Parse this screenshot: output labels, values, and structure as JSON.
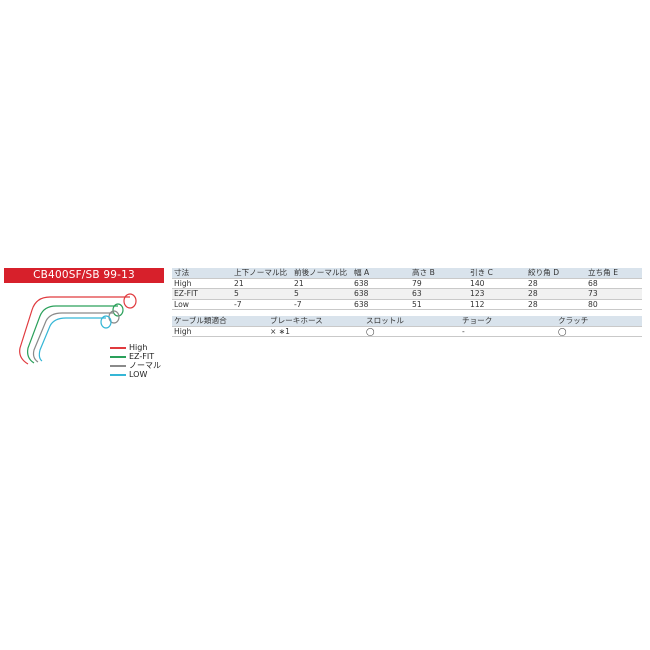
{
  "model": "CB400SF/SB 99-13",
  "legend": [
    {
      "label": "High",
      "color": "#e03a3e"
    },
    {
      "label": "EZ-FIT",
      "color": "#2aa05a"
    },
    {
      "label": "ノーマル",
      "color": "#8a8a8a"
    },
    {
      "label": "LOW",
      "color": "#35b6d6"
    }
  ],
  "dimensions": {
    "headers": [
      "寸法",
      "上下ノーマル比",
      "前後ノーマル比",
      "幅 A",
      "高さ B",
      "引き C",
      "絞り角 D",
      "立ち角 E"
    ],
    "rows": [
      [
        "High",
        "21",
        "21",
        "638",
        "79",
        "140",
        "28",
        "68"
      ],
      [
        "EZ-FIT",
        "5",
        "5",
        "638",
        "63",
        "123",
        "28",
        "73"
      ],
      [
        "Low",
        "-7",
        "-7",
        "638",
        "51",
        "112",
        "28",
        "80"
      ]
    ]
  },
  "cables": {
    "headers": [
      "ケーブル類適合",
      "ブレーキホース",
      "スロットル",
      "チョーク",
      "クラッチ"
    ],
    "rows": [
      [
        "High",
        "×  ∗1",
        "◯",
        "-",
        "◯"
      ]
    ]
  }
}
